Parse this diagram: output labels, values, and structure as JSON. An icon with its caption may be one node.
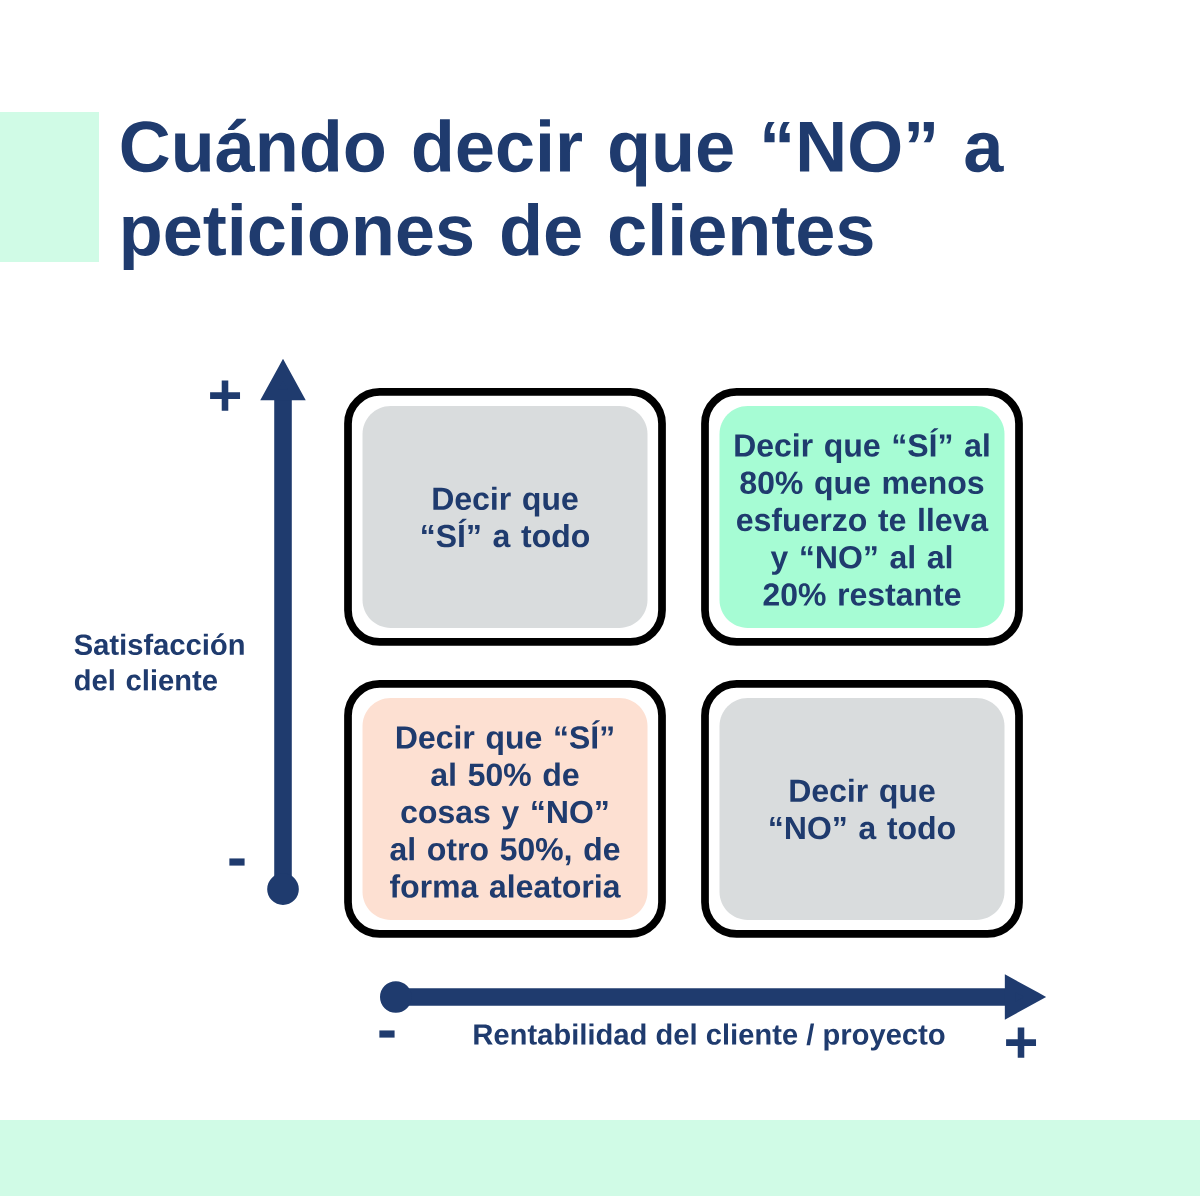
{
  "diagram": {
    "title": "Cuándo decir que “NO” a peticiones de clientes",
    "nodes": [
      {
        "text": [
          "Decir que “SÍ” a todo"
        ]
      },
      {
        "text": [
          "Decir que “SÍ” al 80% que menos esfuerzo te lleva y “NO” al al 20% restante"
        ]
      },
      {
        "text": [
          "Decir que “SÍ” al 50% de cosas y “NO” al otro 50%, de forma aleatoria"
        ]
      },
      {
        "text": [
          "Decir que “NO” a todo"
        ]
      }
    ],
    "labels": [
      "+",
      "Satisfacción del cliente",
      "-",
      "-",
      "Rentabilidad del cliente / proyecto",
      "+"
    ]
  }
}
